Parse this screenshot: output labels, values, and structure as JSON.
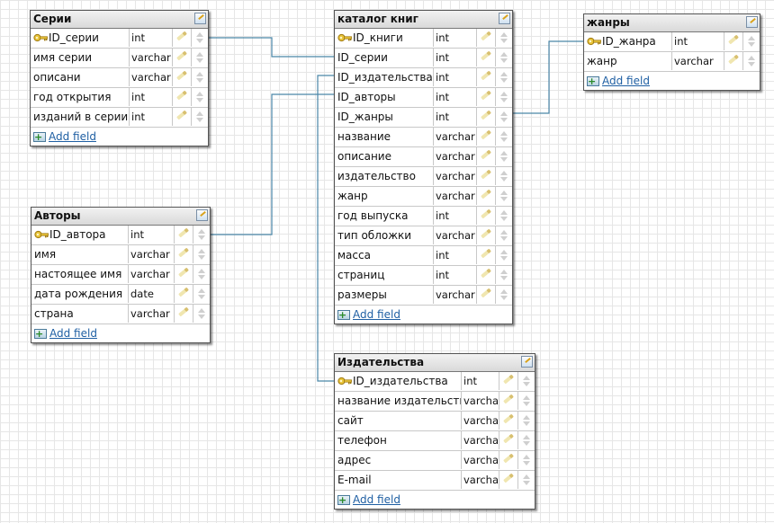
{
  "canvas_title": "",
  "add_field_label": "Add field",
  "link_color": "#4a86a8",
  "tables": [
    {
      "id": "series",
      "title": "Серии",
      "fields": [
        {
          "name": "ID_серии",
          "type": "int",
          "key": true
        },
        {
          "name": "имя серии",
          "type": "varchar",
          "key": false
        },
        {
          "name": "описани",
          "type": "varchar",
          "key": false
        },
        {
          "name": "год открытия",
          "type": "int",
          "key": false
        },
        {
          "name": "изданий в серии",
          "type": "int",
          "key": false
        }
      ]
    },
    {
      "id": "authors",
      "title": "Авторы",
      "fields": [
        {
          "name": "ID_автора",
          "type": "int",
          "key": true
        },
        {
          "name": "имя",
          "type": "varchar",
          "key": false
        },
        {
          "name": "настоящее имя",
          "type": "varchar",
          "key": false
        },
        {
          "name": "дата рождения",
          "type": "date",
          "key": false
        },
        {
          "name": "страна",
          "type": "varchar",
          "key": false
        }
      ]
    },
    {
      "id": "catalog",
      "title": "каталог книг",
      "fields": [
        {
          "name": "ID_книги",
          "type": "int",
          "key": true
        },
        {
          "name": "ID_серии",
          "type": "int",
          "key": false
        },
        {
          "name": "ID_издательства",
          "type": "int",
          "key": false
        },
        {
          "name": "ID_авторы",
          "type": "int",
          "key": false
        },
        {
          "name": "ID_жанры",
          "type": "int",
          "key": false
        },
        {
          "name": "название",
          "type": "varchar",
          "key": false
        },
        {
          "name": "описание",
          "type": "varchar",
          "key": false
        },
        {
          "name": "издательство",
          "type": "varchar",
          "key": false
        },
        {
          "name": "жанр",
          "type": "varchar",
          "key": false
        },
        {
          "name": "год выпуска",
          "type": "int",
          "key": false
        },
        {
          "name": "тип обложки",
          "type": "varchar",
          "key": false
        },
        {
          "name": "масса",
          "type": "int",
          "key": false
        },
        {
          "name": "страниц",
          "type": "int",
          "key": false
        },
        {
          "name": "размеры",
          "type": "varchar",
          "key": false
        }
      ]
    },
    {
      "id": "genres",
      "title": "жанры",
      "fields": [
        {
          "name": "ID_жанра",
          "type": "int",
          "key": true
        },
        {
          "name": "жанр",
          "type": "varchar",
          "key": false
        }
      ]
    },
    {
      "id": "publishers",
      "title": "Издательства",
      "fields": [
        {
          "name": "ID_издательства",
          "type": "int",
          "key": true
        },
        {
          "name": "название издательства",
          "type": "varchar",
          "key": false
        },
        {
          "name": "сайт",
          "type": "varchar",
          "key": false
        },
        {
          "name": "телефон",
          "type": "varchar",
          "key": false
        },
        {
          "name": "адрес",
          "type": "varchar",
          "key": false
        },
        {
          "name": "E-mail",
          "type": "varchar",
          "key": false
        }
      ]
    }
  ],
  "relations": [
    {
      "from_table": "series",
      "from_field": "ID_серии",
      "to_table": "catalog",
      "to_field": "ID_серии"
    },
    {
      "from_table": "authors",
      "from_field": "ID_автора",
      "to_table": "catalog",
      "to_field": "ID_авторы"
    },
    {
      "from_table": "genres",
      "from_field": "ID_жанра",
      "to_table": "catalog",
      "to_field": "ID_жанры"
    },
    {
      "from_table": "publishers",
      "from_field": "ID_издательства",
      "to_table": "catalog",
      "to_field": "ID_издательства"
    }
  ]
}
